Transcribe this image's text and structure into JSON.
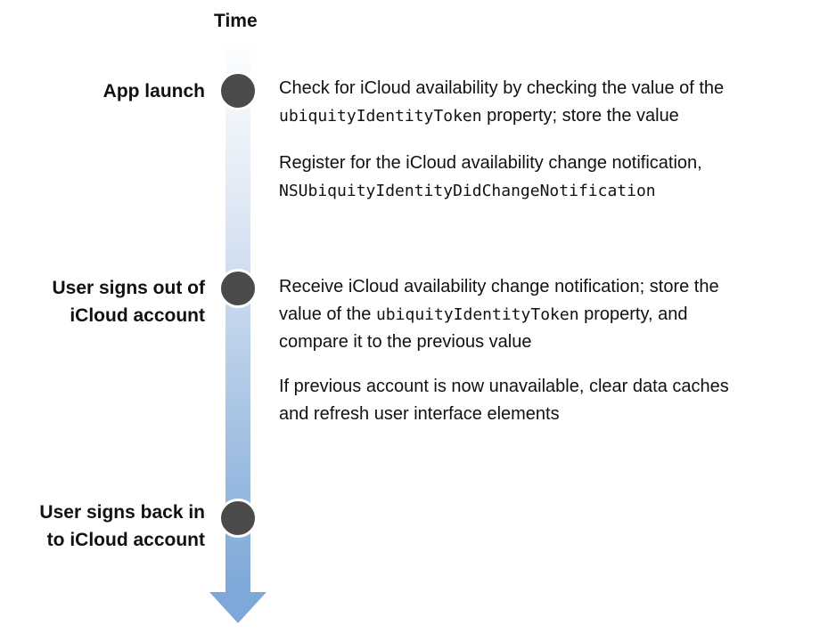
{
  "colors": {
    "text": "#111111",
    "bar_top": "#fdfeff",
    "bar_upper_mid": "#dce6f3",
    "bar_lower_mid": "#a8c4e4",
    "bar_bottom": "#7da8d8",
    "arrow": "#7da8d8",
    "dot": "#4a4a4a",
    "dot_ring": "#ffffff"
  },
  "axis": {
    "title": "Time"
  },
  "entries": [
    {
      "label_lines": [
        "App launch"
      ],
      "blocks": [
        {
          "segments": [
            {
              "text": "Check for iCloud availability by checking the value of the ",
              "code": false
            },
            {
              "text": "ubiquityIdentityToken",
              "code": true
            },
            {
              "text": " property; store the value",
              "code": false
            }
          ]
        },
        {
          "segments": [
            {
              "text": "Register for the iCloud availability change notification, ",
              "code": false
            },
            {
              "text": "NSUbiquityIdentityDidChangeNotification",
              "code": true
            }
          ]
        }
      ]
    },
    {
      "label_lines": [
        "User signs out of",
        "iCloud account"
      ],
      "blocks": [
        {
          "segments": [
            {
              "text": "Receive iCloud availability change notification; store the value of the ",
              "code": false
            },
            {
              "text": "ubiquityIdentityToken",
              "code": true
            },
            {
              "text": " property, and compare it to the previous value",
              "code": false
            }
          ]
        },
        {
          "segments": [
            {
              "text": "If previous account is now unavailable, clear data caches and refresh user interface elements",
              "code": false
            }
          ]
        }
      ]
    },
    {
      "label_lines": [
        "User signs back in",
        "to iCloud account"
      ],
      "blocks": []
    }
  ]
}
